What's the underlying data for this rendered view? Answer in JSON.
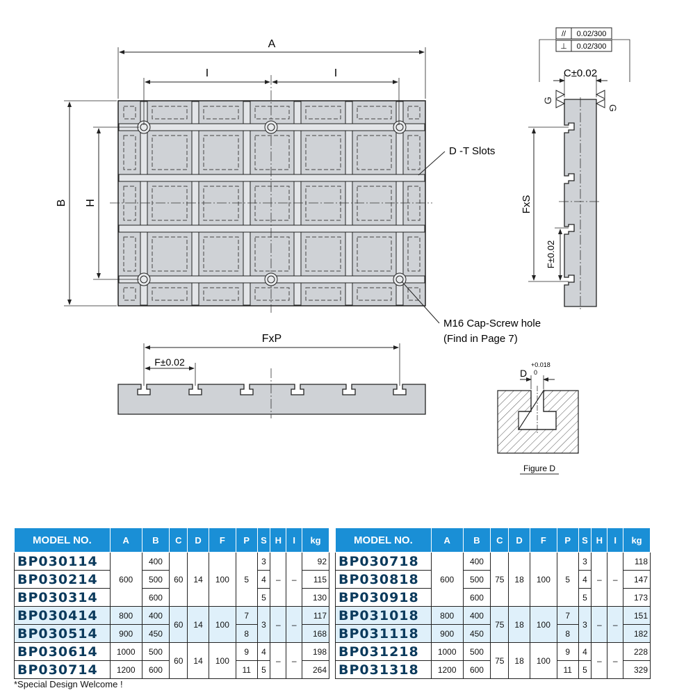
{
  "drawing": {
    "dim_a": "A",
    "dim_b": "B",
    "dim_h": "H",
    "dim_i": "I",
    "dim_fxp": "FxP",
    "dim_fxs": "FxS",
    "dim_f_tol": "F±0.02",
    "dim_c_tol": "C±0.02",
    "dim_g": "G",
    "t_slots_label": "D -T Slots",
    "screw_label_1": "M16 Cap-Screw hole",
    "screw_label_2": "(Find in Page 7)",
    "tol_parallel": "0.02/300",
    "tol_perp": "0.02/300",
    "tol_parallel_sym": "//",
    "tol_perp_sym": "⊥",
    "figure_d_dim": "D",
    "figure_d_tol_upper": "+0.018",
    "figure_d_tol_lower": "0",
    "figure_d_caption": "Figure D"
  },
  "table": {
    "headers": [
      "MODEL NO.",
      "A",
      "B",
      "C",
      "D",
      "F",
      "P",
      "S",
      "H",
      "I",
      "kg"
    ],
    "left": {
      "models": [
        "BP030114",
        "BP030214",
        "BP030314",
        "BP030414",
        "BP030514",
        "BP030614",
        "BP030714"
      ],
      "g1": {
        "a": "600",
        "b": [
          "400",
          "500",
          "600"
        ],
        "c": "60",
        "d": "14",
        "f": "100",
        "p": "5",
        "s": [
          "3",
          "4",
          "5"
        ],
        "h": "–",
        "i": "–",
        "kg": [
          "92",
          "115",
          "130"
        ]
      },
      "g2": {
        "a": [
          "800",
          "900"
        ],
        "b": [
          "400",
          "450"
        ],
        "c": "60",
        "d": "14",
        "f": "100",
        "p": [
          "7",
          "8"
        ],
        "s": "3",
        "h": "–",
        "i": "–",
        "kg": [
          "117",
          "168"
        ]
      },
      "g3": {
        "a": [
          "1000",
          "1200"
        ],
        "b": [
          "500",
          "600"
        ],
        "c": "60",
        "d": "14",
        "f": "100",
        "p": [
          "9",
          "11"
        ],
        "s": [
          "4",
          "5"
        ],
        "h": "–",
        "i": "–",
        "kg": [
          "198",
          "264"
        ]
      }
    },
    "right": {
      "models": [
        "BP030718",
        "BP030818",
        "BP030918",
        "BP031018",
        "BP031118",
        "BP031218",
        "BP031318"
      ],
      "g1": {
        "a": "600",
        "b": [
          "400",
          "500",
          "600"
        ],
        "c": "75",
        "d": "18",
        "f": "100",
        "p": "5",
        "s": [
          "3",
          "4",
          "5"
        ],
        "h": "–",
        "i": "–",
        "kg": [
          "118",
          "147",
          "173"
        ]
      },
      "g2": {
        "a": [
          "800",
          "900"
        ],
        "b": [
          "400",
          "450"
        ],
        "c": "75",
        "d": "18",
        "f": "100",
        "p": [
          "7",
          "8"
        ],
        "s": "3",
        "h": "–",
        "i": "–",
        "kg": [
          "151",
          "182"
        ]
      },
      "g3": {
        "a": [
          "1000",
          "1200"
        ],
        "b": [
          "500",
          "600"
        ],
        "c": "75",
        "d": "18",
        "f": "100",
        "p": [
          "9",
          "11"
        ],
        "s": [
          "4",
          "5"
        ],
        "h": "–",
        "i": "–",
        "kg": [
          "228",
          "329"
        ]
      }
    }
  },
  "footnote": "*Special Design Welcome !"
}
